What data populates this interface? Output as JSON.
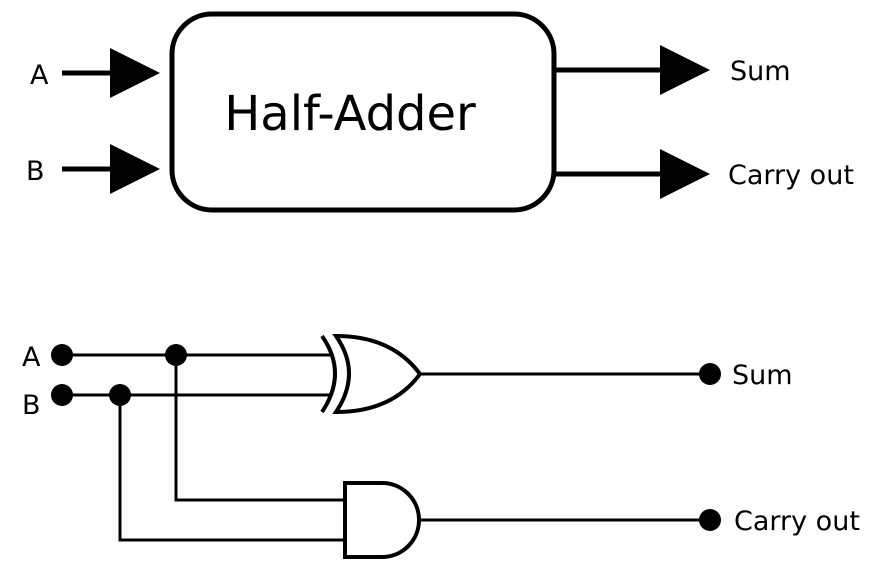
{
  "block": {
    "title": "Half-Adder",
    "input_a": "A",
    "input_b": "B",
    "output_sum": "Sum",
    "output_carry": "Carry out"
  },
  "circuit": {
    "input_a": "A",
    "input_b": "B",
    "output_sum": "Sum",
    "output_carry": "Carry out"
  },
  "colors": {
    "ink": "#000000",
    "background": "#ffffff"
  }
}
